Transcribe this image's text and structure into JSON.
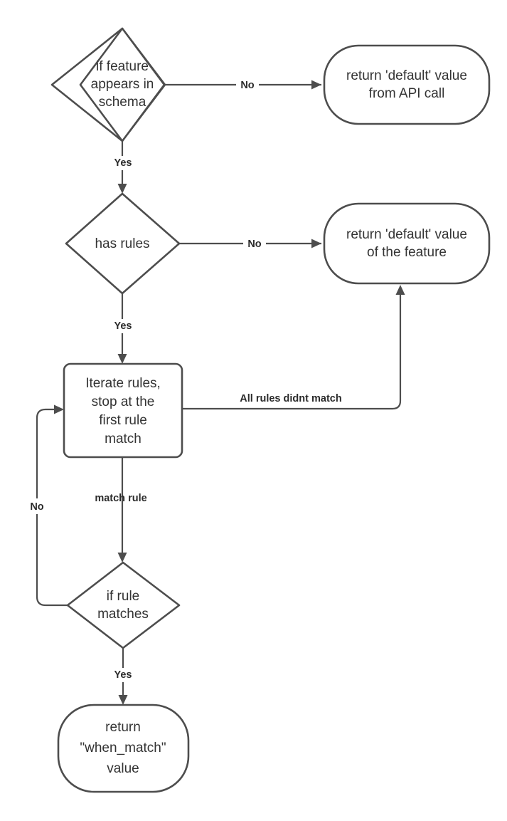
{
  "diagram": {
    "type": "flowchart",
    "title": "",
    "background_color": "#ffffff",
    "stroke_color": "#4d4d4d",
    "text_color": "#333333",
    "label_color": "#2b2b2b"
  },
  "nodes": {
    "decision_feature_in_schema": {
      "shape": "diamond",
      "lines": [
        "if feature",
        "appears in",
        "schema"
      ]
    },
    "terminal_default_from_api": {
      "shape": "rounded-rect",
      "lines": [
        "return 'default' value",
        "from API call"
      ]
    },
    "decision_has_rules": {
      "shape": "diamond",
      "lines": [
        "has rules"
      ]
    },
    "terminal_default_of_feature": {
      "shape": "rounded-rect",
      "lines": [
        "return 'default' value",
        "of the feature"
      ]
    },
    "process_iterate_rules": {
      "shape": "rect",
      "lines": [
        "Iterate rules,",
        "stop at the",
        "first rule",
        "match"
      ]
    },
    "decision_if_rule_matches": {
      "shape": "diamond",
      "lines": [
        "if rule",
        "matches"
      ]
    },
    "terminal_when_match_value": {
      "shape": "rounded-rect",
      "lines": [
        "return",
        "\"when_match\"",
        "value"
      ]
    }
  },
  "edges": {
    "schema_no": {
      "label": "No",
      "from": "decision_feature_in_schema",
      "to": "terminal_default_from_api"
    },
    "schema_yes": {
      "label": "Yes",
      "from": "decision_feature_in_schema",
      "to": "decision_has_rules"
    },
    "has_rules_no": {
      "label": "No",
      "from": "decision_has_rules",
      "to": "terminal_default_of_feature"
    },
    "has_rules_yes": {
      "label": "Yes",
      "from": "decision_has_rules",
      "to": "process_iterate_rules"
    },
    "all_rules_didnt_match": {
      "label": "All rules didnt match",
      "from": "process_iterate_rules",
      "to": "terminal_default_of_feature"
    },
    "match_rule": {
      "label": "match rule",
      "from": "process_iterate_rules",
      "to": "decision_if_rule_matches"
    },
    "rule_no": {
      "label": "No",
      "from": "decision_if_rule_matches",
      "to": "process_iterate_rules"
    },
    "rule_yes": {
      "label": "Yes",
      "from": "decision_if_rule_matches",
      "to": "terminal_when_match_value"
    }
  }
}
